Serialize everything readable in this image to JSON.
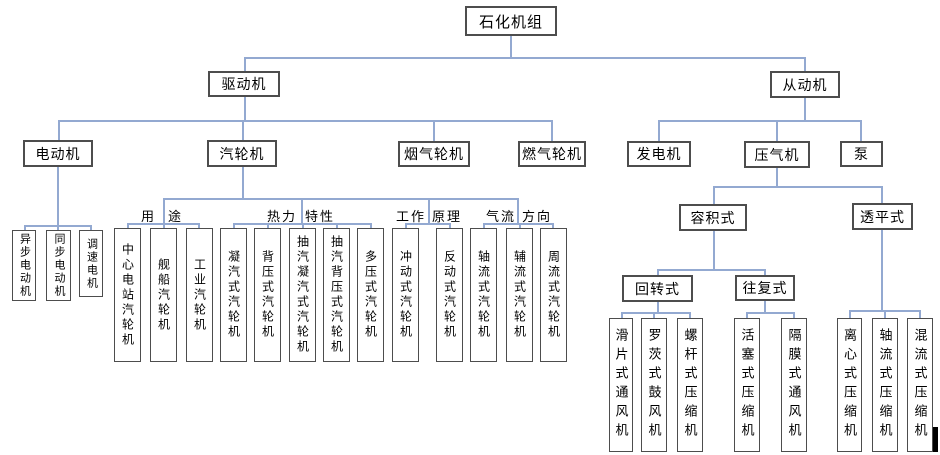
{
  "nodes": {
    "root": "石化机组",
    "driver": "驱动机",
    "driven": "从动机",
    "motor": "电动机",
    "steam_turbine": "汽轮机",
    "flue_gas_turbine": "烟气轮机",
    "gas_turbine": "燃气轮机",
    "generator": "发电机",
    "compressor": "压气机",
    "pump": "泵",
    "positive_displacement": "容积式",
    "turbo": "透平式",
    "rotary": "回转式",
    "reciprocating": "往复式"
  },
  "motor_leaves": [
    "异步电动机",
    "同步电动机",
    "调速电机"
  ],
  "turbine_categories": {
    "usage_left": "用",
    "usage_right": "途",
    "thermal_left": "热力",
    "thermal_right": "特性",
    "principle_left": "工作",
    "principle_right": "原理",
    "flow_left": "气流",
    "flow_right": "方向"
  },
  "turbine_leaves": [
    "中心电站汽轮机",
    "舰船汽轮机",
    "工业汽轮机",
    "凝汽式汽轮机",
    "背压式汽轮机",
    "抽汽凝汽式汽轮机",
    "抽汽背压式汽轮机",
    "多压式汽轮机",
    "冲动式汽轮机",
    "反动式汽轮机",
    "轴流式汽轮机",
    "辅流式汽轮机",
    "周流式汽轮机"
  ],
  "rotary_leaves": [
    "滑片式通风机",
    "罗茨式鼓风机",
    "螺杆式压缩机"
  ],
  "reciprocating_leaves": [
    "活塞式压缩机",
    "隔膜式通风机"
  ],
  "turbo_leaves": [
    "离心式压缩机",
    "轴流式压缩机",
    "混流式压缩机"
  ],
  "colors": {
    "connector": "#93a9d1",
    "box_border": "#4d4d4d",
    "text": "#000000",
    "background": "#ffffff"
  }
}
